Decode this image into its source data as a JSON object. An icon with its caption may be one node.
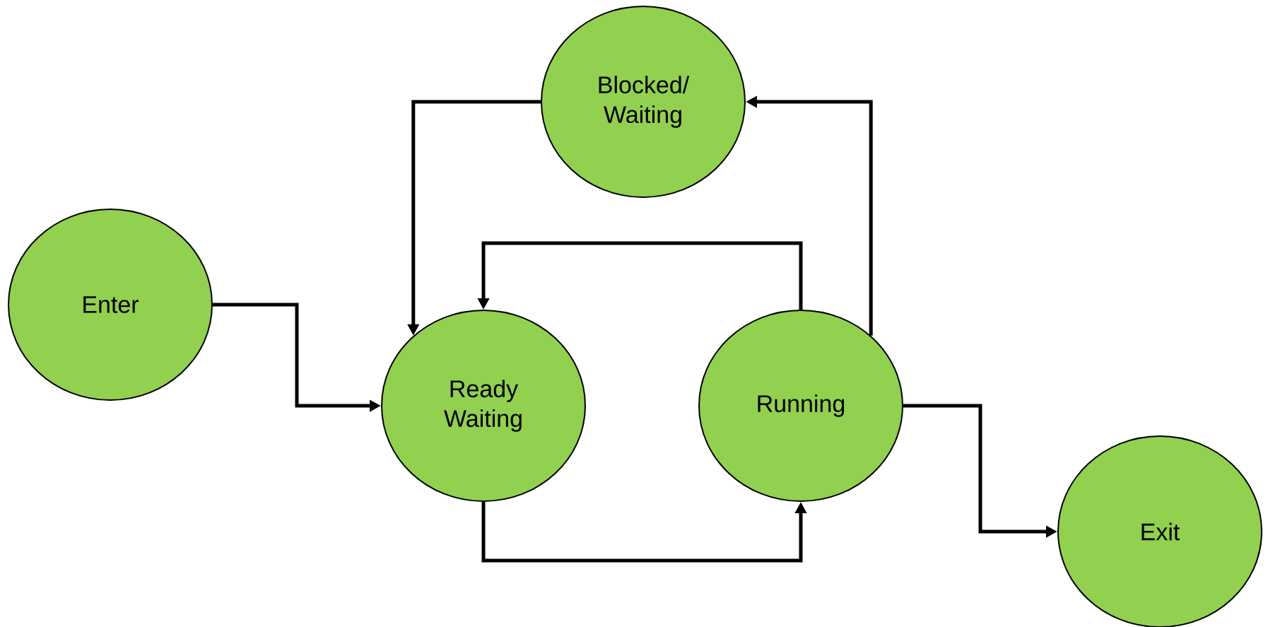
{
  "diagram": {
    "nodes": [
      {
        "text": [
          "Enter"
        ]
      },
      {
        "text": [
          "Blocked/ Waiting"
        ]
      },
      {
        "text": [
          "Ready Waiting"
        ]
      },
      {
        "text": [
          "Running"
        ]
      },
      {
        "text": [
          "Exit"
        ]
      }
    ],
    "edges": [
      {
        "from": 0,
        "to": 2,
        "arrow": "to"
      },
      {
        "from": 1,
        "to": 2,
        "arrow": "to"
      },
      {
        "from": 3,
        "to": 2,
        "arrow": "to"
      },
      {
        "from": 2,
        "to": 3,
        "arrow": "to"
      },
      {
        "from": 3,
        "to": 1,
        "arrow": "to"
      },
      {
        "from": 3,
        "to": 4,
        "arrow": "to"
      }
    ]
  }
}
